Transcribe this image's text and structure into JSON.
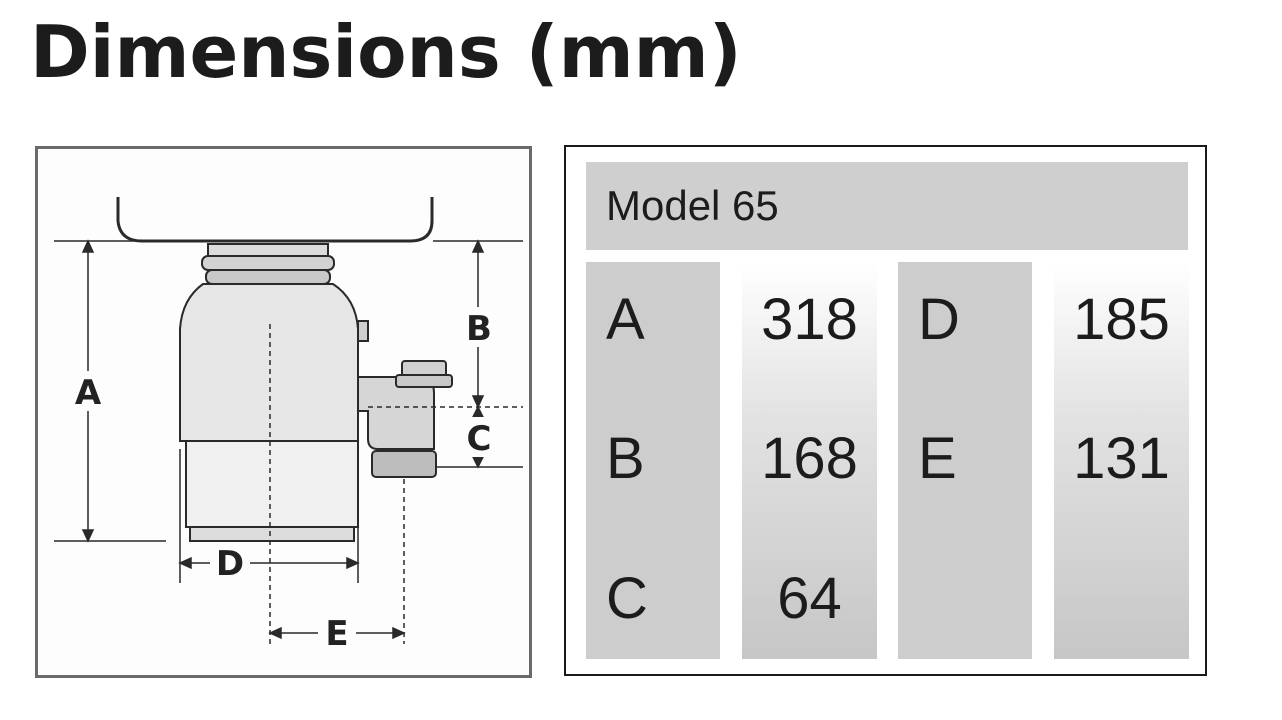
{
  "title": "Dimensions (mm)",
  "diagram": {
    "labels": [
      "A",
      "B",
      "C",
      "D",
      "E"
    ]
  },
  "table": {
    "model": "Model 65",
    "left_labels": [
      "A",
      "B",
      "C"
    ],
    "left_values": [
      "318",
      "168",
      "64"
    ],
    "right_labels": [
      "D",
      "E"
    ],
    "right_values": [
      "185",
      "131"
    ]
  }
}
